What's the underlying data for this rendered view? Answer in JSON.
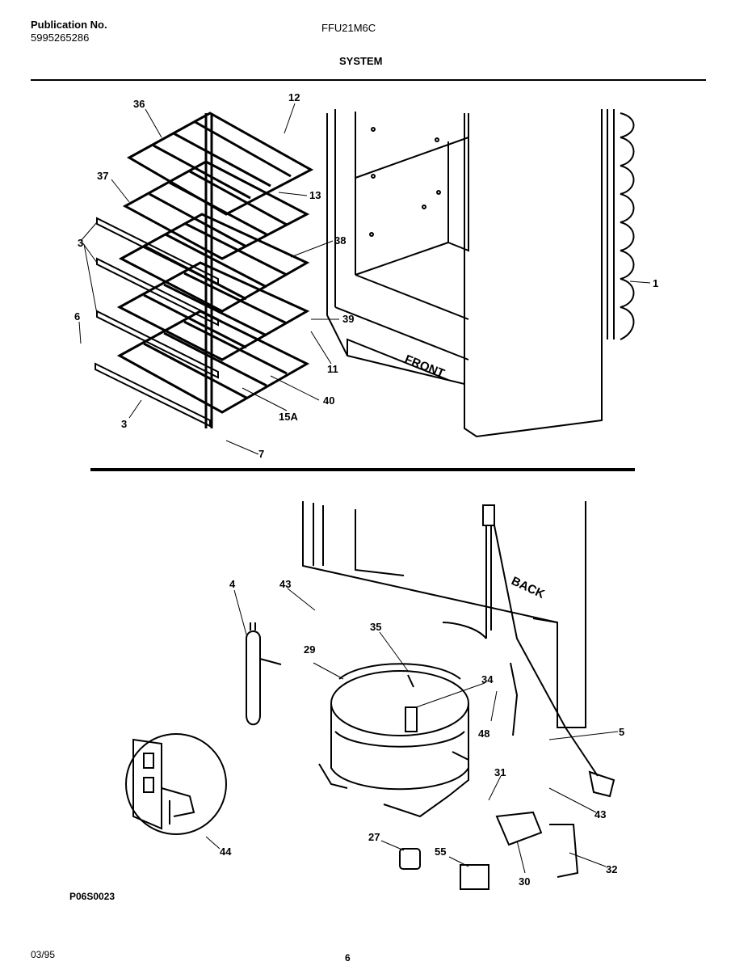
{
  "header": {
    "publication_label": "Publication No.",
    "publication_number": "5995265286",
    "model": "FFU21M6C",
    "section_title": "SYSTEM"
  },
  "top_diagram": {
    "front_label": "FRONT",
    "callouts": [
      "36",
      "12",
      "37",
      "13",
      "3",
      "38",
      "1",
      "6",
      "39",
      "11",
      "40",
      "15A",
      "3",
      "7"
    ]
  },
  "bottom_diagram": {
    "back_label": "BACK",
    "callouts": [
      "4",
      "43",
      "35",
      "29",
      "34",
      "48",
      "5",
      "31",
      "43",
      "27",
      "55",
      "30",
      "32",
      "44"
    ]
  },
  "footer": {
    "drawing_code": "P06S0023",
    "date": "03/95",
    "page": "6"
  }
}
